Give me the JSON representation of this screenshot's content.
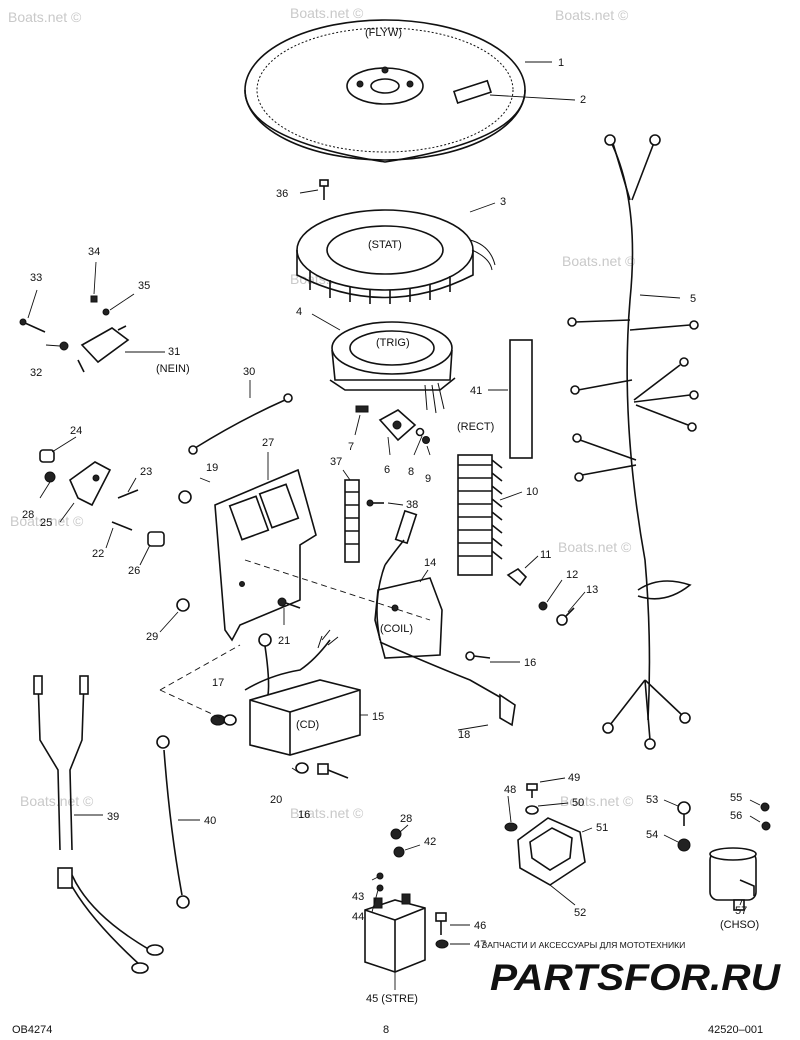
{
  "callouts": [
    {
      "n": "1"
    },
    {
      "n": "2"
    },
    {
      "n": "3"
    },
    {
      "n": "4"
    },
    {
      "n": "5"
    },
    {
      "n": "6"
    },
    {
      "n": "7"
    },
    {
      "n": "8"
    },
    {
      "n": "9"
    },
    {
      "n": "10"
    },
    {
      "n": "11"
    },
    {
      "n": "12"
    },
    {
      "n": "13"
    },
    {
      "n": "14"
    },
    {
      "n": "15"
    },
    {
      "n": "16"
    },
    {
      "n": "16"
    },
    {
      "n": "17"
    },
    {
      "n": "18"
    },
    {
      "n": "19"
    },
    {
      "n": "20"
    },
    {
      "n": "21"
    },
    {
      "n": "22"
    },
    {
      "n": "23"
    },
    {
      "n": "24"
    },
    {
      "n": "25"
    },
    {
      "n": "26"
    },
    {
      "n": "27"
    },
    {
      "n": "28"
    },
    {
      "n": "28"
    },
    {
      "n": "29"
    },
    {
      "n": "30"
    },
    {
      "n": "31"
    },
    {
      "n": "32"
    },
    {
      "n": "33"
    },
    {
      "n": "34"
    },
    {
      "n": "35"
    },
    {
      "n": "36"
    },
    {
      "n": "37"
    },
    {
      "n": "38"
    },
    {
      "n": "39"
    },
    {
      "n": "40"
    },
    {
      "n": "41"
    },
    {
      "n": "42"
    },
    {
      "n": "43"
    },
    {
      "n": "44"
    },
    {
      "n": "45 (STRE)"
    },
    {
      "n": "46"
    },
    {
      "n": "47"
    },
    {
      "n": "48"
    },
    {
      "n": "49"
    },
    {
      "n": "50"
    },
    {
      "n": "51"
    },
    {
      "n": "52"
    },
    {
      "n": "53"
    },
    {
      "n": "54"
    },
    {
      "n": "55"
    },
    {
      "n": "56"
    },
    {
      "n": "57"
    }
  ],
  "codes": {
    "flyw": "(FLYW)",
    "stat": "(STAT)",
    "trig": "(TRIG)",
    "rect": "(RECT)",
    "coil": "(COIL)",
    "cd": "(CD)",
    "nein": "(NEIN)",
    "chso": "(CHSO)"
  },
  "footer": {
    "left": "OB4274",
    "center": "8",
    "right": "42520–001"
  },
  "brand": {
    "tagline": "ЗАПЧАСТИ И АКСЕССУАРЫ ДЛЯ МОТОТЕХНИКИ",
    "logo": "PARTSFOR.RU",
    "color": "#e0202a"
  },
  "watermark": "Boats.net ©"
}
